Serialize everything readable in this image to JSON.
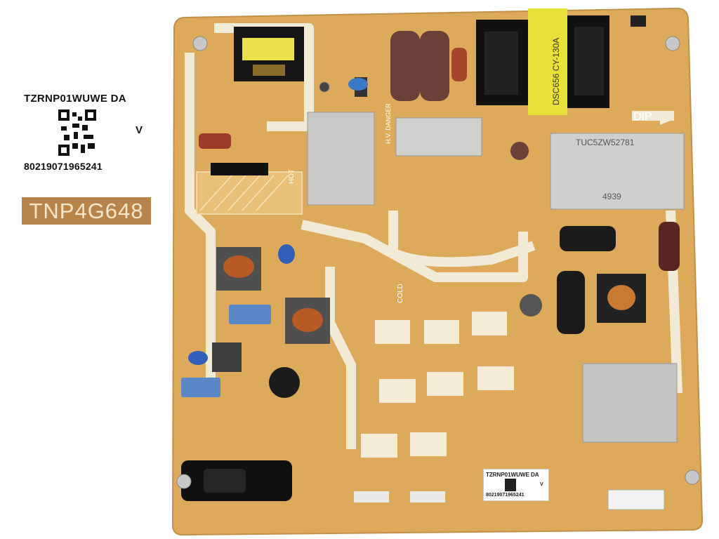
{
  "photo": {
    "subject": "",
    "label_sticker": {
      "line1": "TZRNP01WUWE   DA",
      "mark": "V",
      "serial": "80219071965241"
    },
    "model_tag": "TNP4G648",
    "board_markings": {
      "dip": "DIP",
      "hot": "HOT",
      "cold": "COLD",
      "hv_danger": "H.V. DANGER",
      "heatsink_left": "4939",
      "heatsink_code": "TUC5ZW52781",
      "transformer_label": "DSC656 CY-130A"
    },
    "small_label": {
      "line1": "TZRNP01WUWE   DA",
      "mark": "V",
      "serial": "80219071965241"
    },
    "colors": {
      "board": "#dcaa5a",
      "silk": "#f0ead6",
      "heatsink": "#c9c9c7",
      "capacitor": "#6b4038",
      "transformer_yellow": "#e8e13a"
    }
  }
}
